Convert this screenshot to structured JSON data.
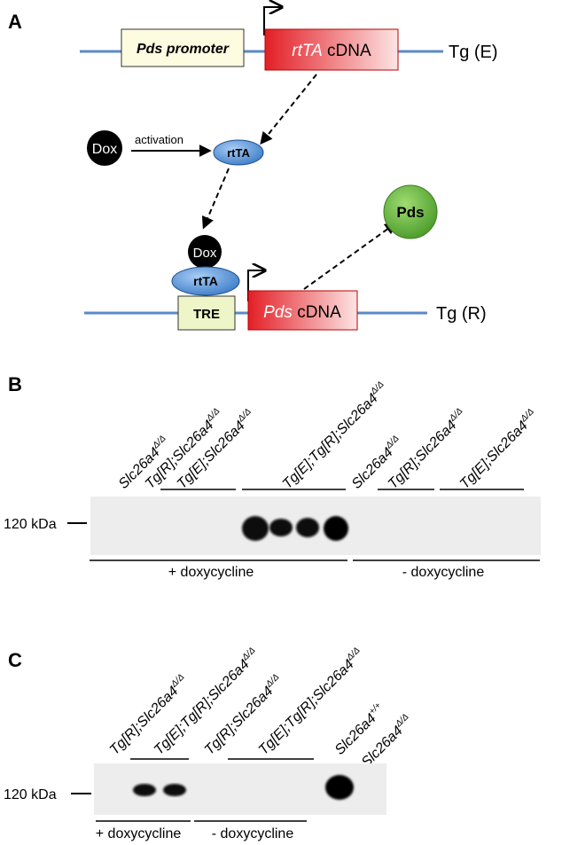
{
  "panel_a": {
    "label": "A",
    "promoter": "Pds promoter",
    "rtta_cdna_italic": "rtTA",
    "rtta_cdna_rest": " cDNA",
    "tg_e": "Tg (E)",
    "dox": "Dox",
    "activation": "activation",
    "rtta": "rtTA",
    "dox2": "Dox",
    "rtta2": "rtTA",
    "tre": "TRE",
    "pds_cdna_italic": "Pds",
    "pds_cdna_rest": " cDNA",
    "pds": "Pds",
    "tg_r": "Tg (R)"
  },
  "panel_b": {
    "label": "B",
    "marker": "120 kDa",
    "lanes": [
      {
        "base": "Slc26a4",
        "sup": "Δ/Δ"
      },
      {
        "base": "Tg[R];Slc26a4",
        "sup": "Δ/Δ"
      },
      {
        "base": "Tg[E];Slc26a4",
        "sup": "Δ/Δ"
      },
      {
        "base": "Tg[E];Tg[R];Slc26a4",
        "sup": "Δ/Δ"
      },
      {
        "base": "Slc26a4",
        "sup": "Δ/Δ"
      },
      {
        "base": "Tg[R];Slc26a4",
        "sup": "Δ/Δ"
      },
      {
        "base": "Tg[E];Slc26a4",
        "sup": "Δ/Δ"
      }
    ],
    "plus_dox": "+ doxycycline",
    "minus_dox": "- doxycycline"
  },
  "panel_c": {
    "label": "C",
    "marker": "120 kDa",
    "lanes": [
      {
        "base": "Tg[R];Slc26a4",
        "sup": "Δ/Δ"
      },
      {
        "base": "Tg[E];Tg[R];Slc26a4",
        "sup": "Δ/Δ"
      },
      {
        "base": "Tg[R];Slc26a4",
        "sup": "Δ/Δ"
      },
      {
        "base": "Tg[E];Tg[R];Slc26a4",
        "sup": "Δ/Δ"
      },
      {
        "base": "Slc26a4",
        "sup": "+/+"
      },
      {
        "base": "Slc26a4",
        "sup": "Δ/Δ"
      }
    ],
    "plus_dox": "+ doxycycline",
    "minus_dox": "- doxycycline"
  },
  "colors": {
    "dna_line": "#5b8ac7",
    "promoter_fill": "#fdfbe0",
    "cdna_red": "#e8262b",
    "rtta_blue": "#4f8fd6",
    "pds_green": "#63b33c",
    "tre_fill": "#eef5c8",
    "blot_bg": "#ededed",
    "band": "#111111"
  }
}
